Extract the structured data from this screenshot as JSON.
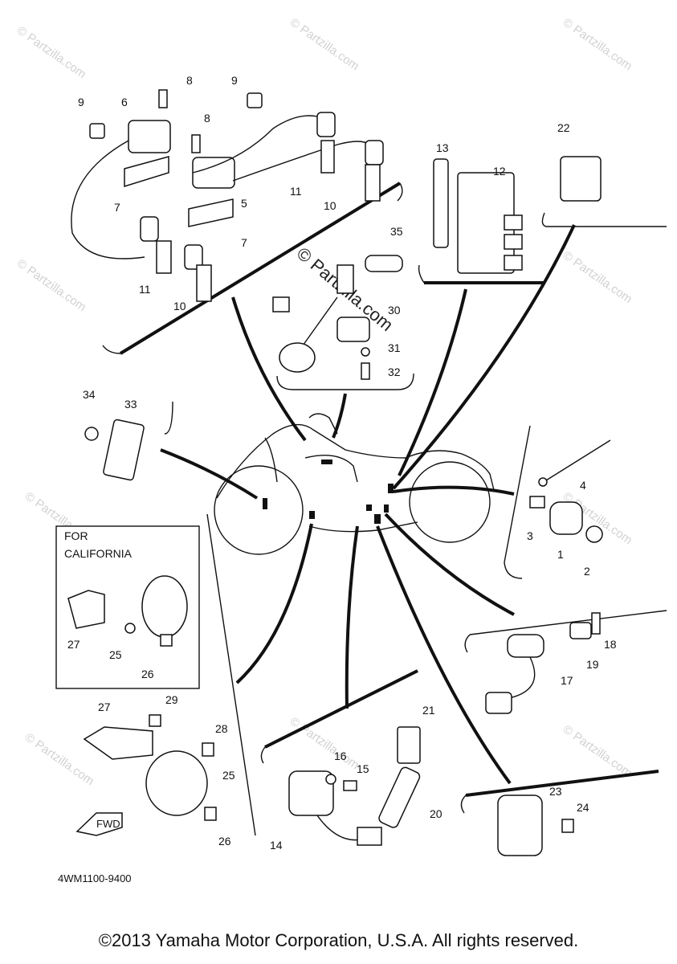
{
  "callouts": {
    "c1": "1",
    "c2": "2",
    "c3": "3",
    "c4": "4",
    "c5": "5",
    "c6": "6",
    "c7a": "7",
    "c7b": "7",
    "c8a": "8",
    "c8b": "8",
    "c9a": "9",
    "c9b": "9",
    "c10a": "10",
    "c10b": "10",
    "c11a": "11",
    "c11b": "11",
    "c12": "12",
    "c13": "13",
    "c14": "14",
    "c15": "15",
    "c16": "16",
    "c17": "17",
    "c18": "18",
    "c19": "19",
    "c20": "20",
    "c21": "21",
    "c22": "22",
    "c23": "23",
    "c24": "24",
    "c25a": "25",
    "c25b": "25",
    "c26a": "26",
    "c26b": "26",
    "c27a": "27",
    "c27b": "27",
    "c28": "28",
    "c29": "29",
    "c30": "30",
    "c31": "31",
    "c32": "32",
    "c33": "33",
    "c34": "34",
    "c35": "35"
  },
  "california_box": {
    "line1": "FOR",
    "line2": "CALIFORNIA"
  },
  "fwd_label": "FWD",
  "diagram_code": "4WM1100-9400",
  "watermark_text": "© Partzilla.com",
  "copyright": "©2013 Yamaha Motor Corporation, U.S.A. All rights reserved."
}
